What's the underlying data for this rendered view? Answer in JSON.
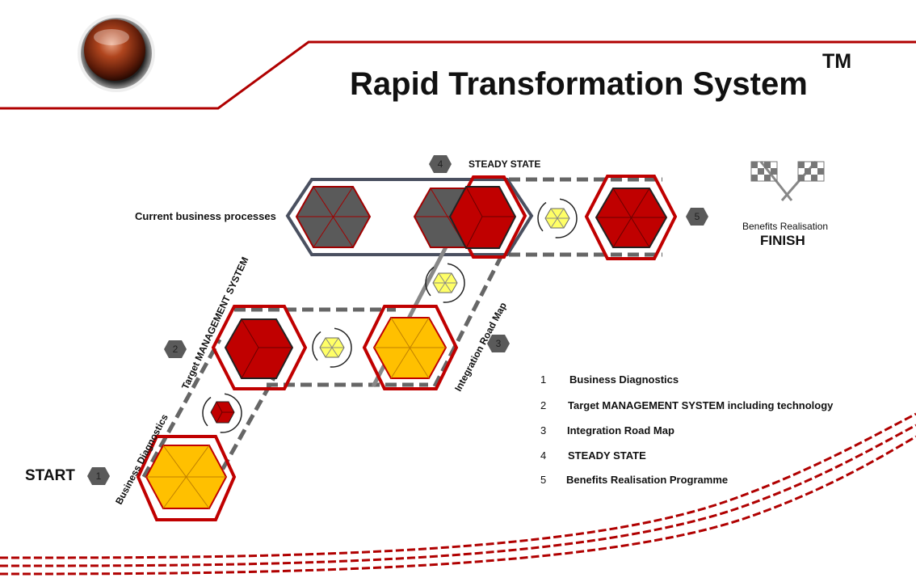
{
  "title": {
    "main": "Rapid Transformation System",
    "tm": "TM"
  },
  "labels": {
    "current_processes": "Current business processes",
    "steady_state": "STEADY STATE",
    "benefits": "Benefits Realisation",
    "finish": "FINISH",
    "start": "START",
    "business_diagnostics": "Business Diagnostics",
    "target_management": "Target MANAGEMENT SYSTEM",
    "integration": "Integration Road Map"
  },
  "badges": [
    "1",
    "2",
    "3",
    "4",
    "5"
  ],
  "legend": [
    {
      "num": "1",
      "text": "Business Diagnostics"
    },
    {
      "num": "2",
      "text": "Target MANAGEMENT SYSTEM including technology"
    },
    {
      "num": "3",
      "text": "Integration Road Map"
    },
    {
      "num": "4",
      "text": "STEADY STATE"
    },
    {
      "num": "5",
      "text": "Benefits Realisation Programme"
    }
  ],
  "colors": {
    "red": "#c00000",
    "dark_red": "#a50000",
    "orange": "#ffc000",
    "grey": "#5a5a5a",
    "light_yellow": "#ffff66",
    "outline_grey": "#666666"
  },
  "icons": [
    "red-glossy-button-icon",
    "checkered-flags-icon",
    "cycle-arrows-icon"
  ]
}
